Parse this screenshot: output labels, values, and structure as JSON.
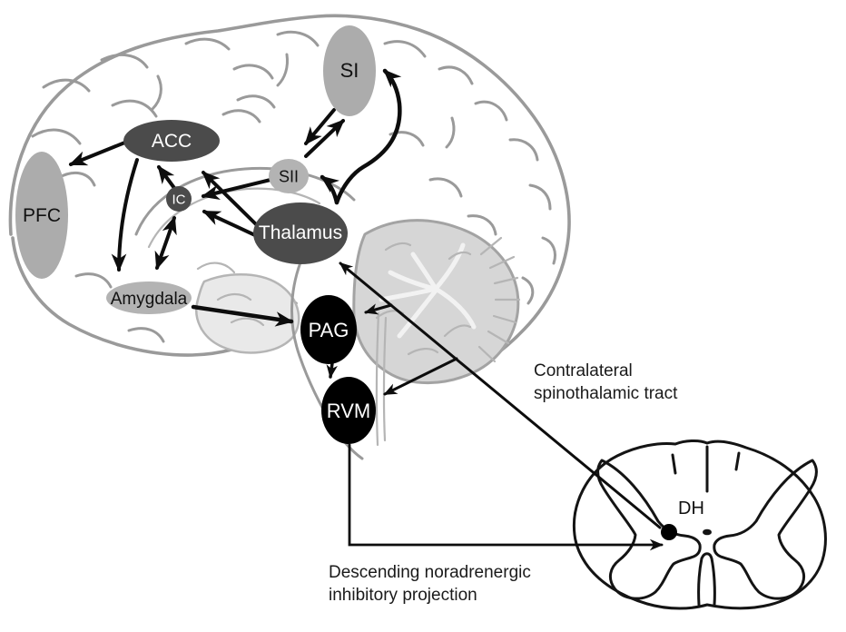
{
  "figure": {
    "description": "Schematic of ascending and descending pain pathways drawn over a sagittal human brain and a spinal cord cross-section",
    "regions": [
      {
        "id": "pfc",
        "label": "PFC",
        "fill": "#acacac",
        "label_color": "#111111"
      },
      {
        "id": "acc",
        "label": "ACC",
        "fill": "#4b4b4b",
        "label_color": "#ffffff"
      },
      {
        "id": "ic",
        "label": "IC",
        "fill": "#4b4b4b",
        "label_color": "#ffffff"
      },
      {
        "id": "sii",
        "label": "SII",
        "fill": "#b3b3b3",
        "label_color": "#111111"
      },
      {
        "id": "si",
        "label": "SI",
        "fill": "#acacac",
        "label_color": "#111111"
      },
      {
        "id": "thalamus",
        "label": "Thalamus",
        "fill": "#4b4b4b",
        "label_color": "#ffffff"
      },
      {
        "id": "amygdala",
        "label": "Amygdala",
        "fill": "#b3b3b3",
        "label_color": "#111111"
      },
      {
        "id": "pag",
        "label": "PAG",
        "fill": "#000000",
        "label_color": "#ffffff"
      },
      {
        "id": "rvm",
        "label": "RVM",
        "fill": "#000000",
        "label_color": "#ffffff"
      },
      {
        "id": "dh",
        "label": "DH",
        "fill": "#000000",
        "label_color": "#111111"
      }
    ],
    "annotations": [
      {
        "id": "spinothalamic",
        "lines": [
          "Contralateral",
          "spinothalamic tract"
        ]
      },
      {
        "id": "descending",
        "lines": [
          "Descending noradrenergic",
          "inhibitory projection"
        ]
      }
    ],
    "connections": [
      {
        "from": "ACC",
        "to": "PFC"
      },
      {
        "from": "IC",
        "to": "ACC"
      },
      {
        "from": "Thalamus",
        "to": "ACC"
      },
      {
        "from": "SII",
        "to": "IC"
      },
      {
        "from": "Thalamus",
        "to": "IC"
      },
      {
        "from": "ACC",
        "to": "Amygdala"
      },
      {
        "from": "IC",
        "to": "Amygdala",
        "bidirectional": true
      },
      {
        "from": "Amygdala",
        "to": "PAG"
      },
      {
        "from": "PAG",
        "to": "RVM"
      },
      {
        "from": "SI",
        "to": "SII"
      },
      {
        "from": "SII",
        "to": "SI"
      },
      {
        "from": "Thalamus",
        "to": "SI"
      },
      {
        "from": "Thalamus",
        "to": "SII"
      },
      {
        "from": "DH",
        "to": "Thalamus",
        "label": "Contralateral spinothalamic tract"
      },
      {
        "from": "spinothalamic tract",
        "to": "PAG",
        "type": "collateral"
      },
      {
        "from": "spinothalamic tract",
        "to": "RVM",
        "type": "collateral"
      },
      {
        "from": "RVM",
        "to": "DH",
        "label": "Descending noradrenergic inhibitory projection"
      }
    ],
    "colors": {
      "background": "#ffffff",
      "brain_outline": "#9a9a9a",
      "brain_outline_light": "#b5b5b5",
      "cerebellum_fill": "#d6d6d6",
      "midbrain_fill": "#e9e9e9",
      "arrow": "#0d0d0d",
      "cord_outline": "#141414",
      "node_dark": "#4b4b4b",
      "node_gray": "#acacac",
      "node_light_gray": "#b3b3b3",
      "node_black": "#000000"
    }
  }
}
